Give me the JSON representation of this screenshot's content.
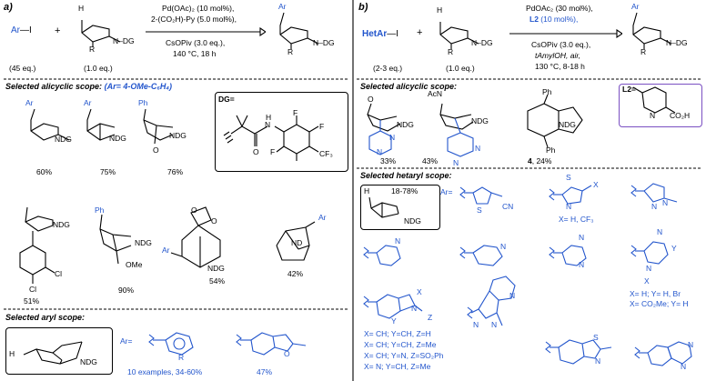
{
  "panel_a": {
    "label": "a)",
    "reaction": {
      "arI_ar": "Ar",
      "arI_i": "—I",
      "plus": "+",
      "h": "H",
      "r": "R",
      "n_dg": "N–DG",
      "conditions_line1": "Pd(OAc)₂ (10 mol%),",
      "conditions_line2": "2-(CO₂H)-Py (5.0 mol%),",
      "conditions_line3": "CsOPiv (3.0 eq.),",
      "conditions_line4": "140 °C, 18 h",
      "product_ar": "Ar",
      "product_r": "R",
      "product_ndg": "N–DG",
      "eq_aryl": "(45 eq.)",
      "eq_amine": "(1.0 eq.)"
    },
    "alicyclic_title": "Selected alicyclic scope:",
    "alicyclic_note": "(Ar= 4-OMe-C₆H₄)",
    "dg_box": {
      "title": "DG=",
      "f": "F",
      "cf3": "CF₃",
      "h": "H",
      "n": "N",
      "o": "O"
    },
    "alicyclic_products": [
      {
        "sub": "Ar",
        "yield": "60%",
        "ndg": "NDG"
      },
      {
        "sub": "Ar",
        "yield": "75%",
        "ndg": "NDG"
      },
      {
        "sub": "Ph",
        "yield": "76%",
        "ndg": "NDG",
        "o": "O"
      },
      {
        "sub": "",
        "yield": "51%",
        "ndg": "NDG",
        "cl1": "Cl",
        "cl2": "Cl"
      },
      {
        "sub": "Ph",
        "yield": "90%",
        "ndg": "NDG",
        "ome": "OMe"
      },
      {
        "sub": "Ar",
        "yield": "54%",
        "ndg": "NDG",
        "o1": "O",
        "o2": "O"
      },
      {
        "sub": "Ar",
        "yield": "42%",
        "ndg": "ND"
      }
    ],
    "aryl_title": "Selected aryl scope:",
    "aryl": {
      "h": "H",
      "ndg": "NDG",
      "ar_eq": "Ar=",
      "r": "R",
      "examples": "10 examples, 34-60%",
      "yield2": "47%",
      "o": "O"
    }
  },
  "panel_b": {
    "label": "b)",
    "reaction": {
      "hetar": "HetAr",
      "i": "—I",
      "plus": "+",
      "h": "H",
      "r": "R",
      "n_dg": "N–DG",
      "conditions_line1": "PdOAc₂ (30 mol%),",
      "conditions_line2_bold": "L2",
      "conditions_line2_rest": " (10 mol%),",
      "conditions_line3": "CsOPiv (3.0 eq.),",
      "conditions_line4": "tAmylOH, air,",
      "conditions_line5": "130 °C, 8-18 h",
      "product_ar": "Ar",
      "product_r": "R",
      "product_ndg": "N–DG",
      "eq_aryl": "(2-3 eq.)",
      "eq_amine": "(1.0 eq.)"
    },
    "alicyclic_title": "Selected alicyclic scope:",
    "l2_box": {
      "title": "L2=",
      "n": "N",
      "co2h": "CO₂H"
    },
    "alicyclic_products": [
      {
        "yield": "33%",
        "ndg": "NDG",
        "o": "O",
        "n1": "N",
        "n2": "N"
      },
      {
        "yield": "43%",
        "ndg": "NDG",
        "acn": "AcN",
        "n1": "N",
        "n2": "N"
      },
      {
        "yield_prefix": "4",
        "yield": ", 24%",
        "ndg": "NDG",
        "ph1": "Ph",
        "ph2": "Ph"
      }
    ],
    "hetaryl_title": "Selected hetaryl scope:",
    "hetaryl": {
      "core_h": "H",
      "core_range": "18-78%",
      "core_ndg": "NDG",
      "ar_eq": "Ar=",
      "thiophene": {
        "s": "S",
        "cn": "CN"
      },
      "thiazole": {
        "s": "S",
        "n": "N",
        "x": "X",
        "note": "X= H, CF₃"
      },
      "pyrazole": {
        "n1": "N",
        "n2": "N"
      },
      "pyridine3": {
        "n": "N"
      },
      "pyridine4": {
        "n": "N"
      },
      "pyrimidine": {
        "n1": "N",
        "n2": "N"
      },
      "pyrazine": {
        "n1": "N",
        "n2": "N",
        "x": "X",
        "y": "Y",
        "note1": "X= H; Y= H, Br",
        "note2": "X= CO₂Me; Y= H"
      },
      "indazole": {
        "x": "X",
        "y": "Y",
        "n": "N",
        "z": "Z",
        "notes": [
          "X= CH; Y=CH, Z=H",
          "X= CH; Y=CH, Z=Me",
          "X= CH; Y=N, Z=SO₂Ph",
          "X= N; Y=CH, Z=Me"
        ]
      },
      "azaindazole": {
        "n1": "N",
        "n2": "N",
        "n3": "N"
      },
      "benzothiazole": {
        "s": "S",
        "n": "N"
      },
      "quinazoline": {
        "n1": "N",
        "n2": "N"
      }
    }
  }
}
